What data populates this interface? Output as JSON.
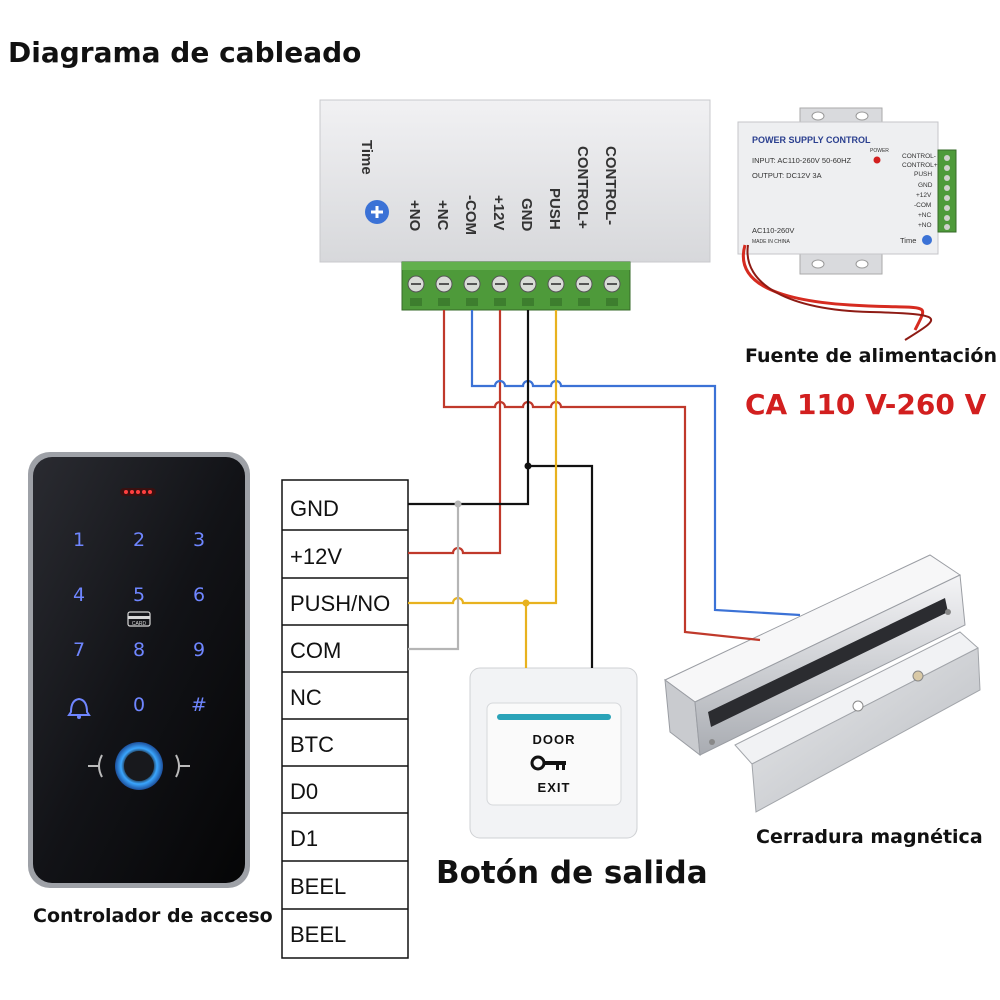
{
  "title": "Diagrama de cableado",
  "power_box": {
    "time_label": "Time",
    "terminals": [
      "+NO",
      "+NC",
      "-COM",
      "+12V",
      "GND",
      "PUSH",
      "CONTROL+",
      "CONTROL-"
    ]
  },
  "psu_photo": {
    "header": "POWER SUPPLY CONTROL",
    "power_led": "POWER",
    "input": "INPUT: AC110-260V 50-60HZ",
    "output": "OUTPUT: DC12V  3A",
    "ac_label": "AC110-260V",
    "made_in": "MADE IN CHINA",
    "time": "Time",
    "terminals": [
      "CONTROL-",
      "CONTROL+",
      "PUSH",
      "GND",
      "+12V",
      "-COM",
      "+NC",
      "+NO"
    ]
  },
  "psu_caption": "Fuente de alimentación",
  "psu_voltage": "CA 110 V-260 V",
  "keypad": {
    "keys": [
      "1",
      "2",
      "3",
      "4",
      "5",
      "6",
      "7",
      "8",
      "9",
      "🔔",
      "0",
      "#"
    ],
    "card_label": "CARD"
  },
  "controller_caption": "Controlador de acceso",
  "controller_terminals": [
    "GND",
    "+12V",
    "PUSH/NO",
    "COM",
    "NC",
    "BTC",
    "D0",
    "D1",
    "BEEL",
    "BEEL"
  ],
  "exit_button": {
    "top": "DOOR",
    "bottom": "EXIT",
    "caption": "Botón de salida"
  },
  "lock_caption": "Cerradura magnética",
  "colors": {
    "red": "#c0392b",
    "blue": "#3b72d6",
    "yellow": "#e8b21f",
    "black": "#111111",
    "gray": "#b5b5b5",
    "accent_red": "#d21f1f"
  }
}
